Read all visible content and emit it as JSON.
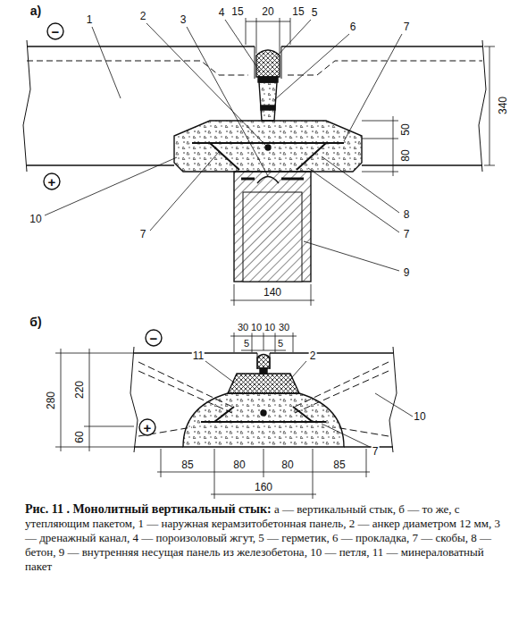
{
  "diagram": {
    "title": "Рис. 11 . Монолитный вертикальный стык:",
    "caption": "а — вертикальный стык, б — то же, с утепляющим пакетом, 1 — наружная керамзитобетонная панель, 2 — анкер диаметром 12 мм, 3 — дренажный канал, 4 — пороизоловый жгут, 5 — герметик, 6 — прокладка, 7 — скобы, 8 — бетон, 9 — внутренняя несущая панель из железобетона, 10 — петля, 11 — минераловатный пакет",
    "labels": [
      "а)",
      "−",
      "+",
      "1",
      "2",
      "3",
      "4",
      "15",
      "20",
      "15",
      "5",
      "6",
      "7",
      "340",
      "80",
      "50",
      "10",
      "7",
      "8",
      "7",
      "9",
      "140",
      "б)",
      "−",
      "+",
      "30",
      "10",
      "10",
      "30",
      "5",
      "5",
      "11",
      "2",
      "280",
      "220",
      "60",
      "7",
      "10",
      "85",
      "80",
      "80",
      "85",
      "160"
    ]
  }
}
